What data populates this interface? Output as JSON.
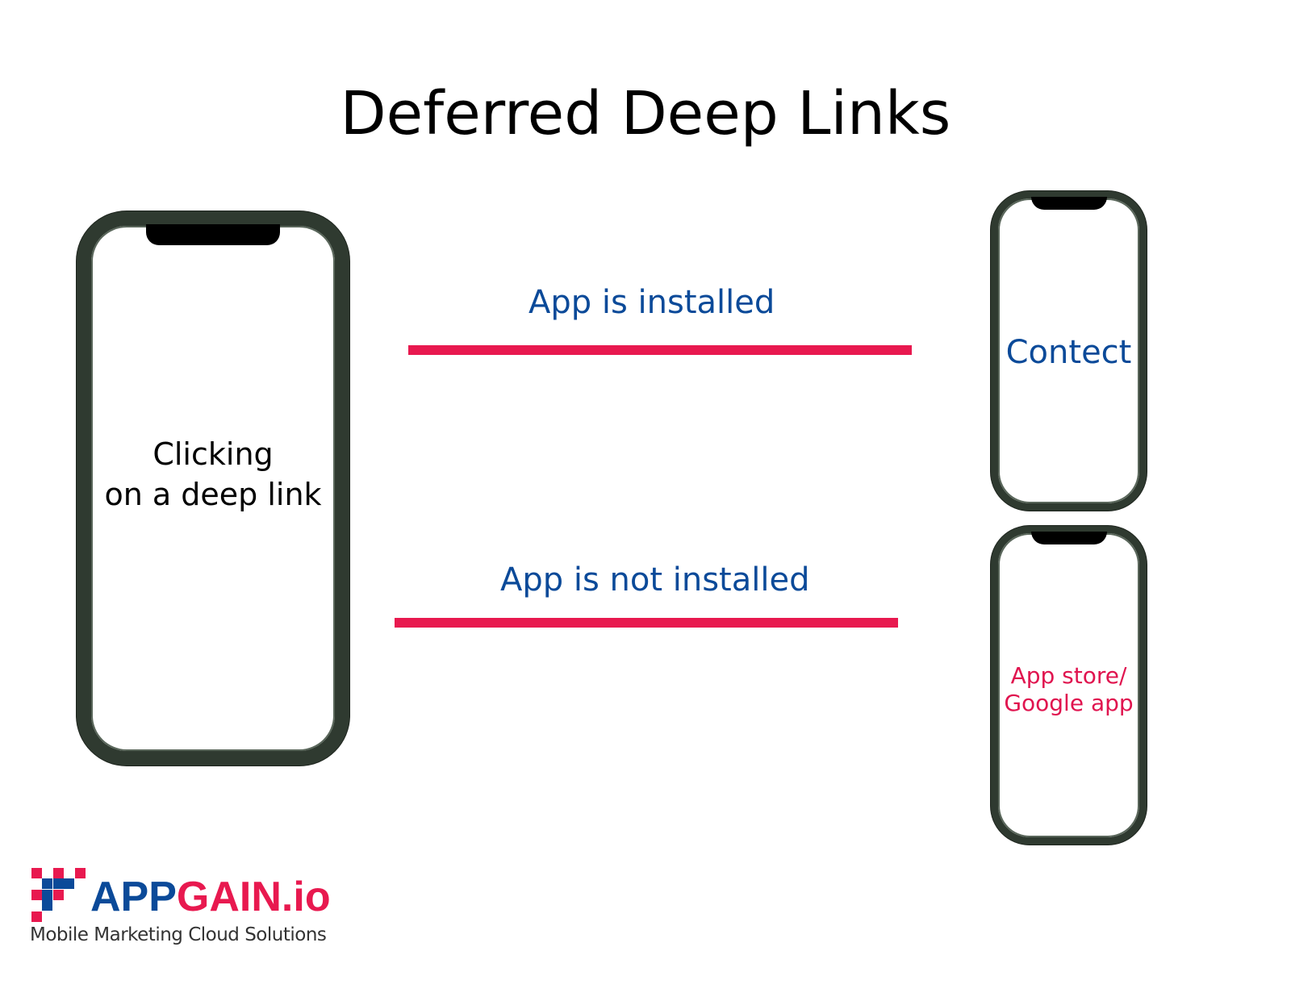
{
  "title": "Deferred Deep Links",
  "source_phone": {
    "text_line1": "Clicking",
    "text_line2": "on a deep link"
  },
  "branches": [
    {
      "label": "App is installed",
      "target_text": "Contect"
    },
    {
      "label": "App is not installed",
      "target_text_line1": "App store/",
      "target_text_line2": "Google app"
    }
  ],
  "logo": {
    "part1": "APP",
    "part2": "GAIN.io",
    "tagline": "Mobile Marketing Cloud Solutions"
  },
  "colors": {
    "accent_red": "#e8194f",
    "accent_blue": "#0b4a99",
    "phone_frame": "#2f3a30"
  }
}
